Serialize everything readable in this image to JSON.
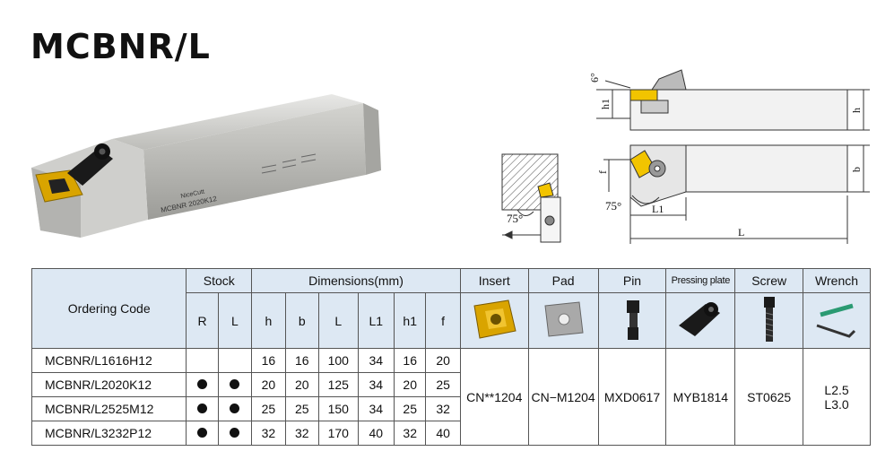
{
  "title": "MCBNR/L",
  "product": {
    "brand": "NiceCutt",
    "marking": "MCBNR 2020K12"
  },
  "drawing": {
    "angle_main": "75°",
    "angle_side": "75°",
    "labels": {
      "h1": "h1",
      "h": "h",
      "b": "b",
      "f": "f",
      "L1": "L1",
      "L": "L",
      "six": "6°"
    }
  },
  "table": {
    "headers": {
      "ordering_code": "Ordering Code",
      "stock": "Stock",
      "dimensions": "Dimensions(mm)",
      "insert": "Insert",
      "pad": "Pad",
      "pin": "Pin",
      "pressing_plate": "Pressing plate",
      "screw": "Screw",
      "wrench": "Wrench"
    },
    "stock_cols": [
      "R",
      "L"
    ],
    "dim_cols": [
      "h",
      "b",
      "L",
      "L1",
      "h1",
      "f"
    ],
    "rows": [
      {
        "code": "MCBNR/L1616H12",
        "r": false,
        "l": false,
        "dims": [
          "16",
          "16",
          "100",
          "34",
          "16",
          "20"
        ]
      },
      {
        "code": "MCBNR/L2020K12",
        "r": true,
        "l": true,
        "dims": [
          "20",
          "20",
          "125",
          "34",
          "20",
          "25"
        ]
      },
      {
        "code": "MCBNR/L2525M12",
        "r": true,
        "l": true,
        "dims": [
          "25",
          "25",
          "150",
          "34",
          "25",
          "32"
        ]
      },
      {
        "code": "MCBNR/L3232P12",
        "r": true,
        "l": true,
        "dims": [
          "32",
          "32",
          "170",
          "40",
          "32",
          "40"
        ]
      }
    ],
    "accessories": {
      "insert": "CN**1204",
      "pad": "CN−M1204",
      "pin": "MXD0617",
      "pressing_plate": "MYB1814",
      "screw": "ST0625",
      "wrench_1": "L2.5",
      "wrench_2": "L3.0"
    }
  }
}
